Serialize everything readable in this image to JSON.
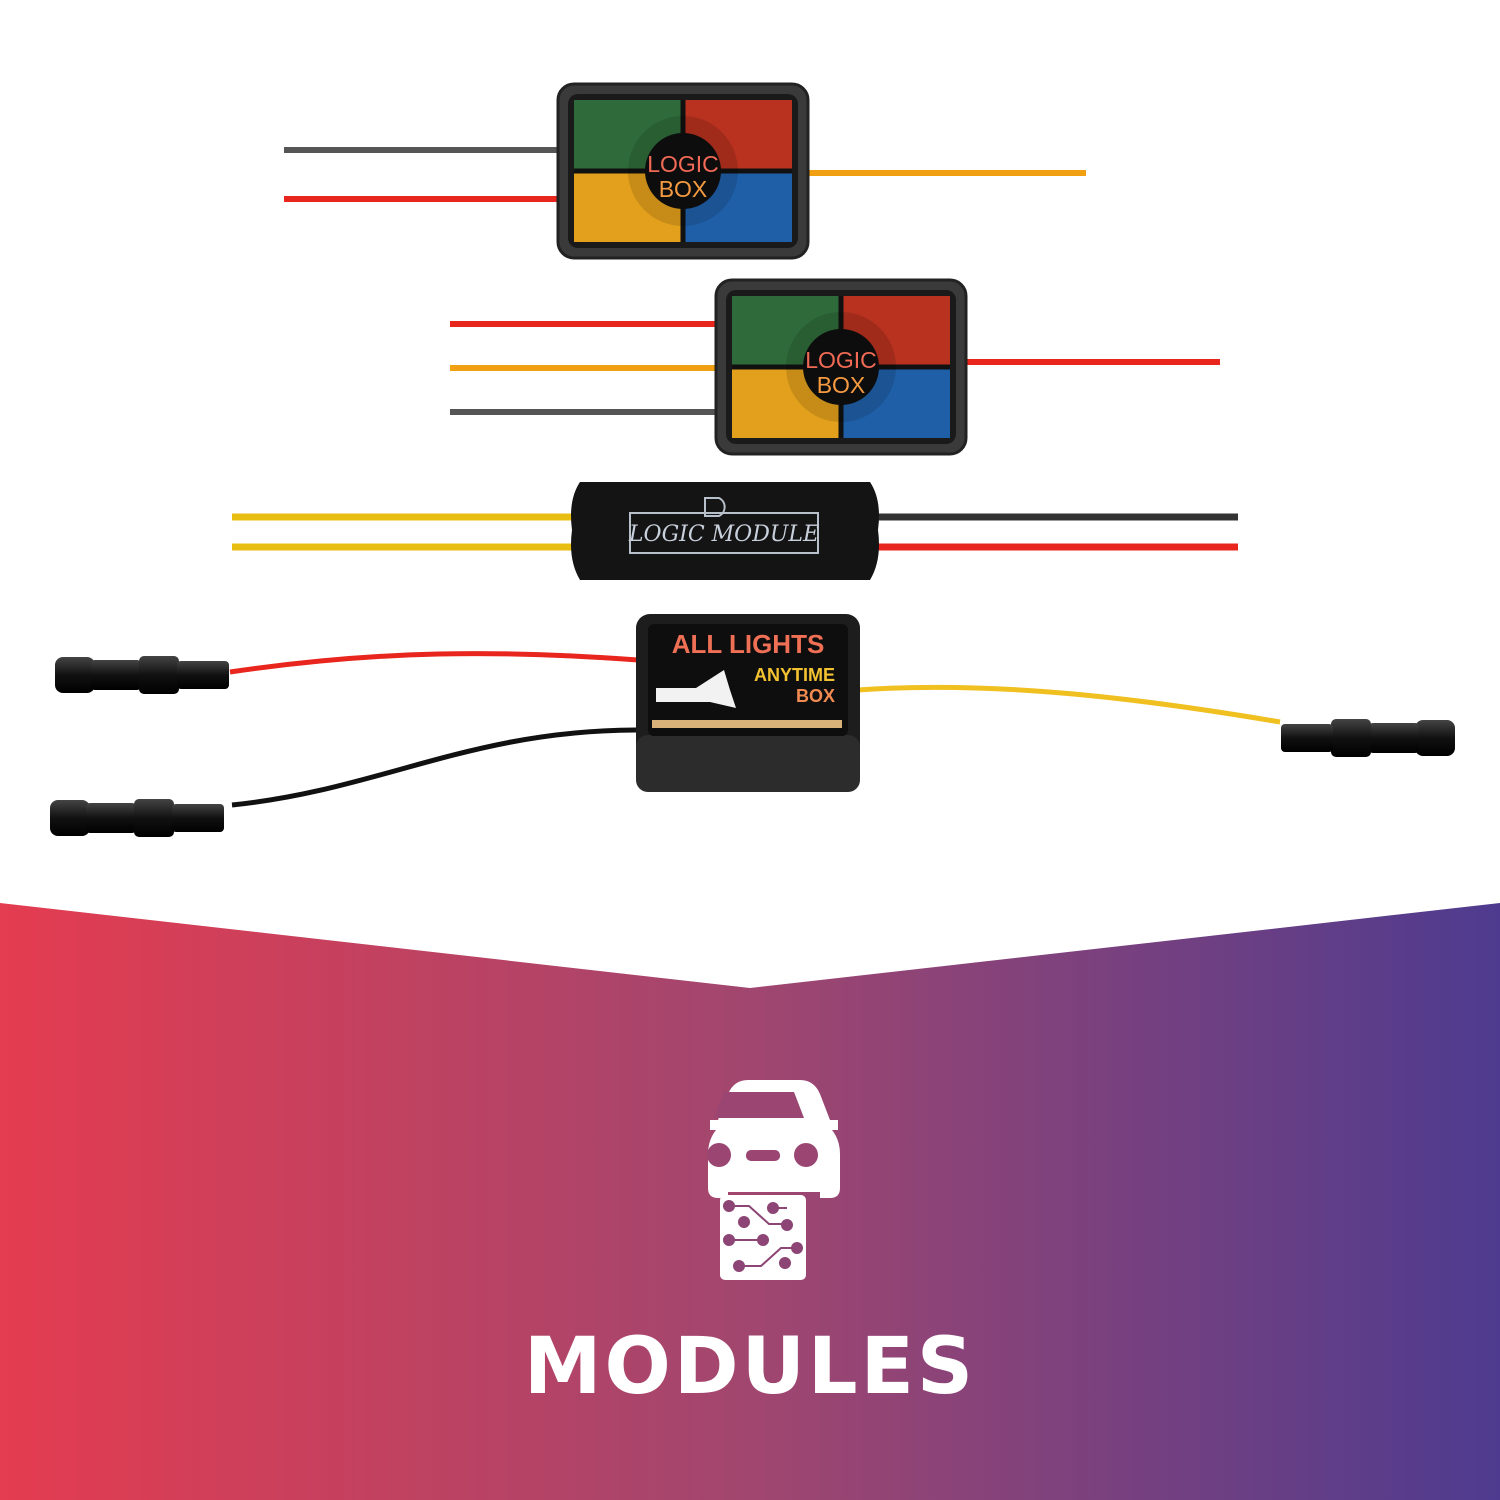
{
  "products": {
    "logic_box_1": {
      "line1": "LOGIC",
      "line2": "BOX"
    },
    "logic_box_2": {
      "line1": "LOGIC",
      "line2": "BOX"
    },
    "logic_module": {
      "label": "LOGIC MODULE"
    },
    "all_lights_box": {
      "line1": "ALL LIGHTS",
      "line2": "ANYTIME",
      "line3": "BOX"
    }
  },
  "banner": {
    "title": "MODULES",
    "icon": "car-circuit-icon",
    "gradient_start": "#e43c50",
    "gradient_end": "#4e3b8f"
  },
  "colors": {
    "quad_green": "#2f6b3a",
    "quad_red": "#b8321f",
    "quad_yellow": "#e3a01c",
    "quad_blue": "#1f5fa8",
    "wire_red": "#e8261e",
    "wire_orange": "#f0a010",
    "wire_gray": "#555555",
    "wire_yellow": "#e9be12"
  }
}
